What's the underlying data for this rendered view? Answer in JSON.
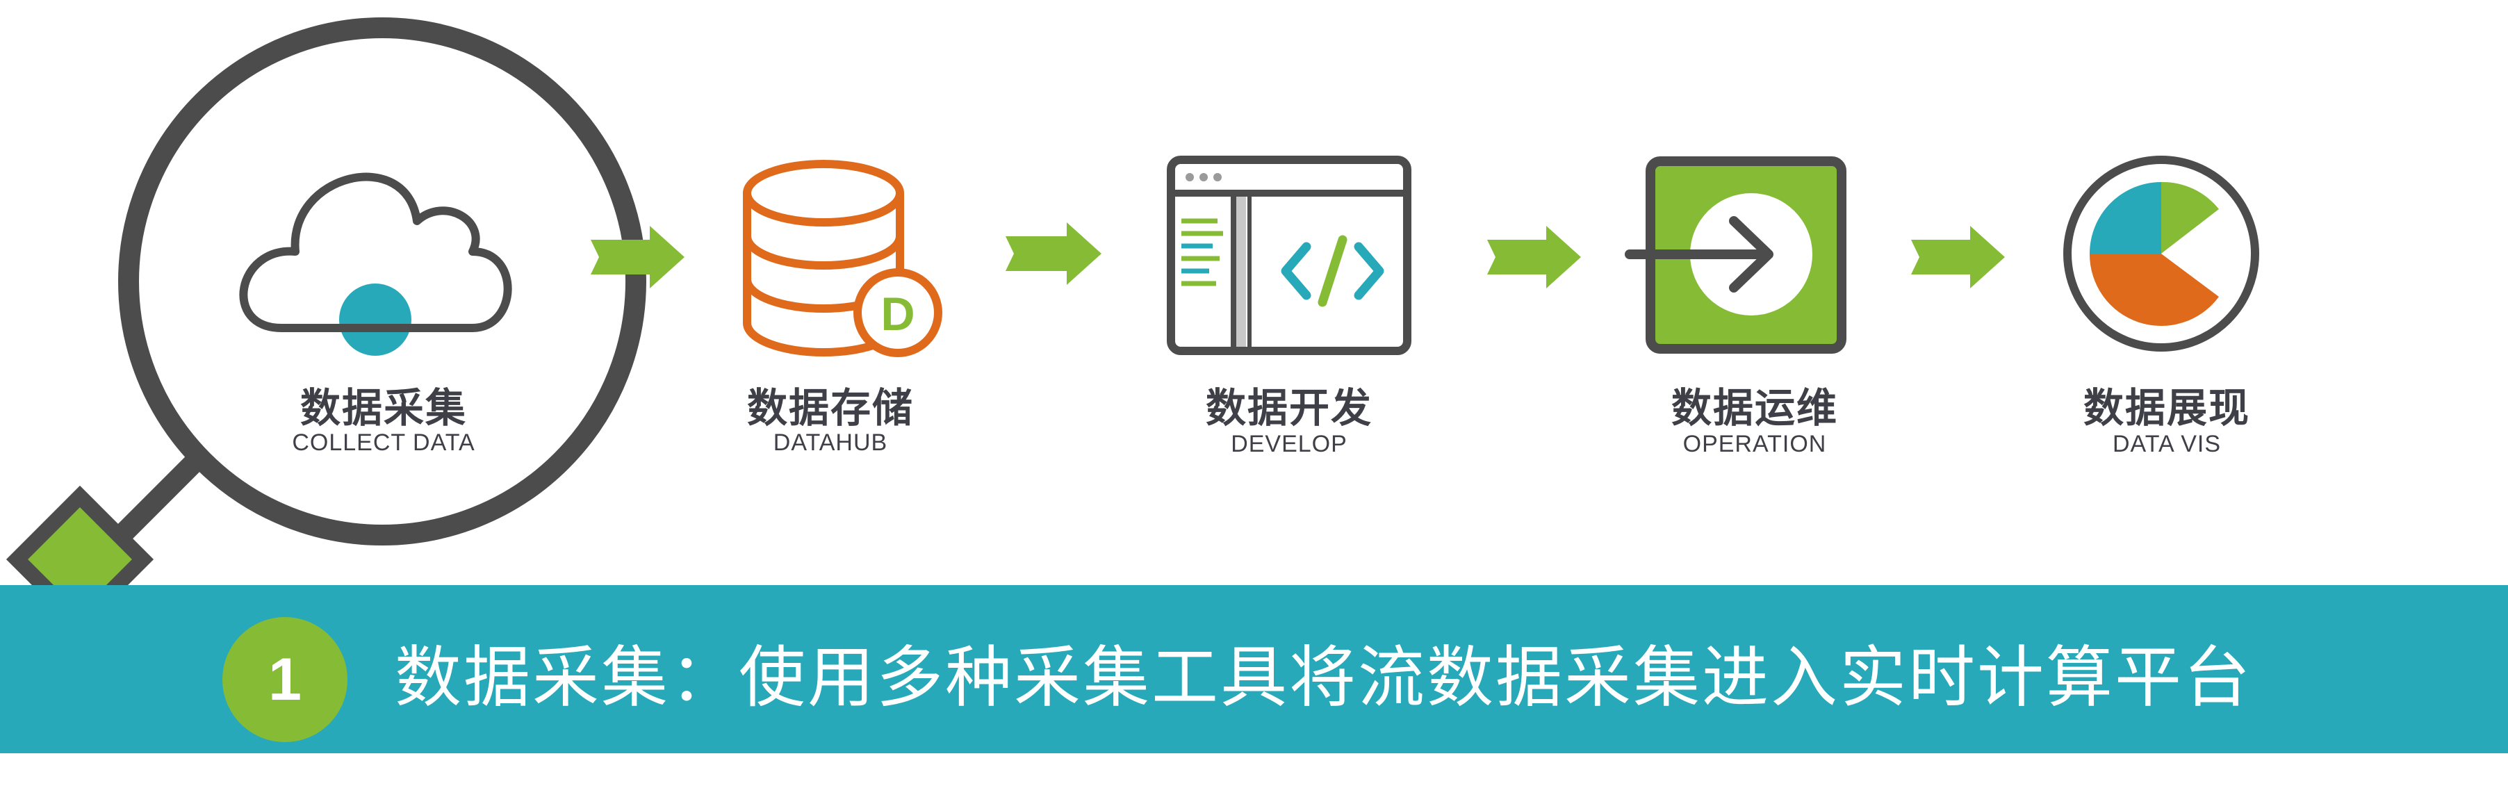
{
  "stages": [
    {
      "title": "数据采集",
      "subtitle": "COLLECT DATA",
      "icon": "cloud-upload-icon"
    },
    {
      "title": "数据存储",
      "subtitle": "DATAHUB",
      "icon": "database-icon",
      "badge": "D"
    },
    {
      "title": "数据开发",
      "subtitle": "DEVELOP",
      "icon": "code-editor-icon"
    },
    {
      "title": "数据运维",
      "subtitle": "OPERATION",
      "icon": "sign-in-arrow-icon"
    },
    {
      "title": "数据展现",
      "subtitle": "DATA VIS",
      "icon": "pie-chart-icon"
    }
  ],
  "step": {
    "number": "1",
    "caption": "数据采集：使用多种采集工具将流数据采集进入实时计算平台"
  },
  "colors": {
    "teal": "#28a9b9",
    "green": "#86bc35",
    "orange": "#e06a1b",
    "dark": "#4c4c4c",
    "text": "#3f3f47"
  }
}
